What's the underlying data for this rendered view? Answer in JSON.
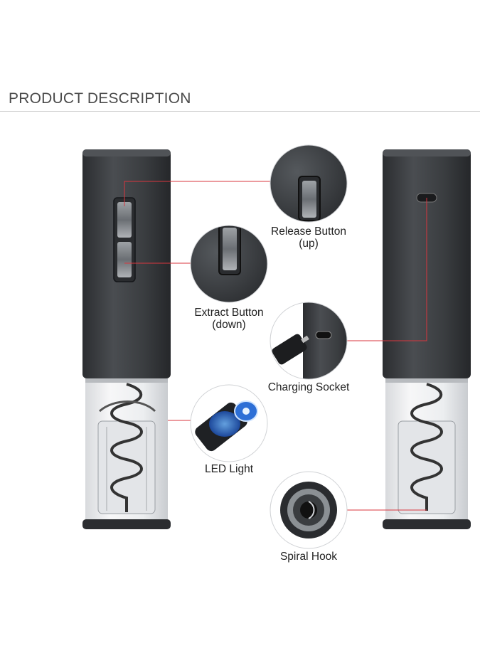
{
  "header": {
    "title": "PRODUCT DESCRIPTION"
  },
  "callouts": {
    "release": {
      "line1": "Release Button",
      "line2": "(up)"
    },
    "extract": {
      "line1": "Extract Button",
      "line2": "(down)"
    },
    "charging": {
      "line1": "Charging Socket"
    },
    "led": {
      "line1": "LED Light"
    },
    "spiral": {
      "line1": "Spiral Hook"
    }
  },
  "colors": {
    "accent_line": "#d9363e",
    "body": "#3a3d40",
    "background": "#ffffff"
  }
}
